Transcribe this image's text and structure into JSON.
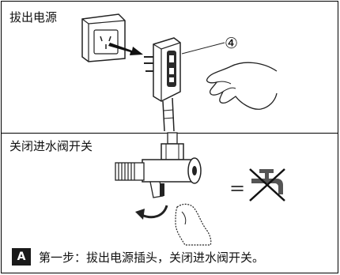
{
  "top_panel": {
    "label": "拔出电源",
    "callout_number": "④"
  },
  "bottom_panel": {
    "label": "关闭进水阀开关",
    "equals_sign": "="
  },
  "caption": {
    "badge": "A",
    "text": "第一步：拔出电源插头，关闭进水阀开关。"
  }
}
